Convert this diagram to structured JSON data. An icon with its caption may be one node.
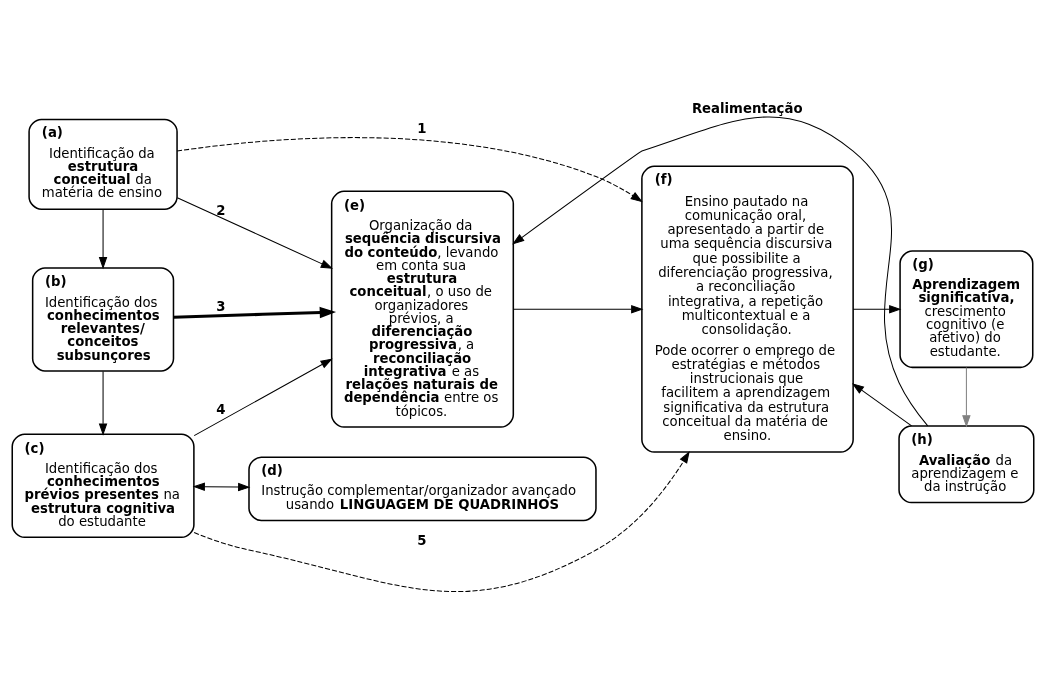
{
  "diagram": {
    "nodes": [
      {
        "text": [
          "(a)",
          "Identificação da **estrutura conceitual** da matéria de ensino"
        ]
      },
      {
        "text": [
          "(b)",
          "Identificação dos **conhecimentos relevantes/ conceitos subsunçores**"
        ]
      },
      {
        "text": [
          "(c)",
          "Identificação dos **conhecimentos prévios presentes** na **estrutura cognitiva** do estudante"
        ]
      },
      {
        "text": [
          "(d)",
          "Instrução complementar/organizador avançado usando **LINGUAGEM DE QUADRINHOS**"
        ]
      },
      {
        "text": [
          "(e)",
          "Organização da **sequência discursiva do conteúdo**, levando em conta sua **estrutura conceitual**, o uso de organizadores prévios, a **diferenciação progressiva**, a **reconciliação integrativa** e as **relações naturais de dependência** entre os tópicos."
        ]
      },
      {
        "text": [
          "(f)",
          "Ensino pautado na comunicação oral, apresentado a partir de uma sequência discursiva que possibilite a diferenciação progressiva, a reconciliação integrativa, a repetição multicontextual e a consolidação.",
          "Pode ocorrer o emprego de estratégias e métodos instrucionais que facilitem a aprendizagem significativa da estrutura conceitual da matéria de ensino."
        ]
      },
      {
        "text": [
          "(g)",
          "**Aprendizagem significativa,** crescimento cognitivo (e afetivo) do estudante."
        ]
      },
      {
        "text": [
          "(h)",
          "**Avaliação** da aprendizagem e da instrução"
        ]
      }
    ],
    "edges": [
      {
        "from": 0,
        "to": 5,
        "arrow": "to",
        "label": "1",
        "style": "dashed"
      },
      {
        "from": 0,
        "to": 4,
        "arrow": "to",
        "label": "2"
      },
      {
        "from": 0,
        "to": 1,
        "arrow": "to"
      },
      {
        "from": 1,
        "to": 4,
        "arrow": "to",
        "label": "3",
        "style": "thick"
      },
      {
        "from": 1,
        "to": 2,
        "arrow": "to"
      },
      {
        "from": 2,
        "to": 4,
        "arrow": "to",
        "label": "4"
      },
      {
        "from": 2,
        "to": 5,
        "arrow": "to",
        "label": "5",
        "style": "dashed"
      },
      {
        "from": 2,
        "to": 3,
        "arrow": "both"
      },
      {
        "from": 4,
        "to": 5,
        "arrow": "to"
      },
      {
        "from": 5,
        "to": 6,
        "arrow": "to"
      },
      {
        "from": 6,
        "to": 7,
        "arrow": "to",
        "color": "#808080"
      },
      {
        "from": 7,
        "to": 5,
        "arrow": "to"
      },
      {
        "from": 7,
        "to": 4,
        "arrow": "to",
        "label": "Realimentação"
      }
    ]
  }
}
